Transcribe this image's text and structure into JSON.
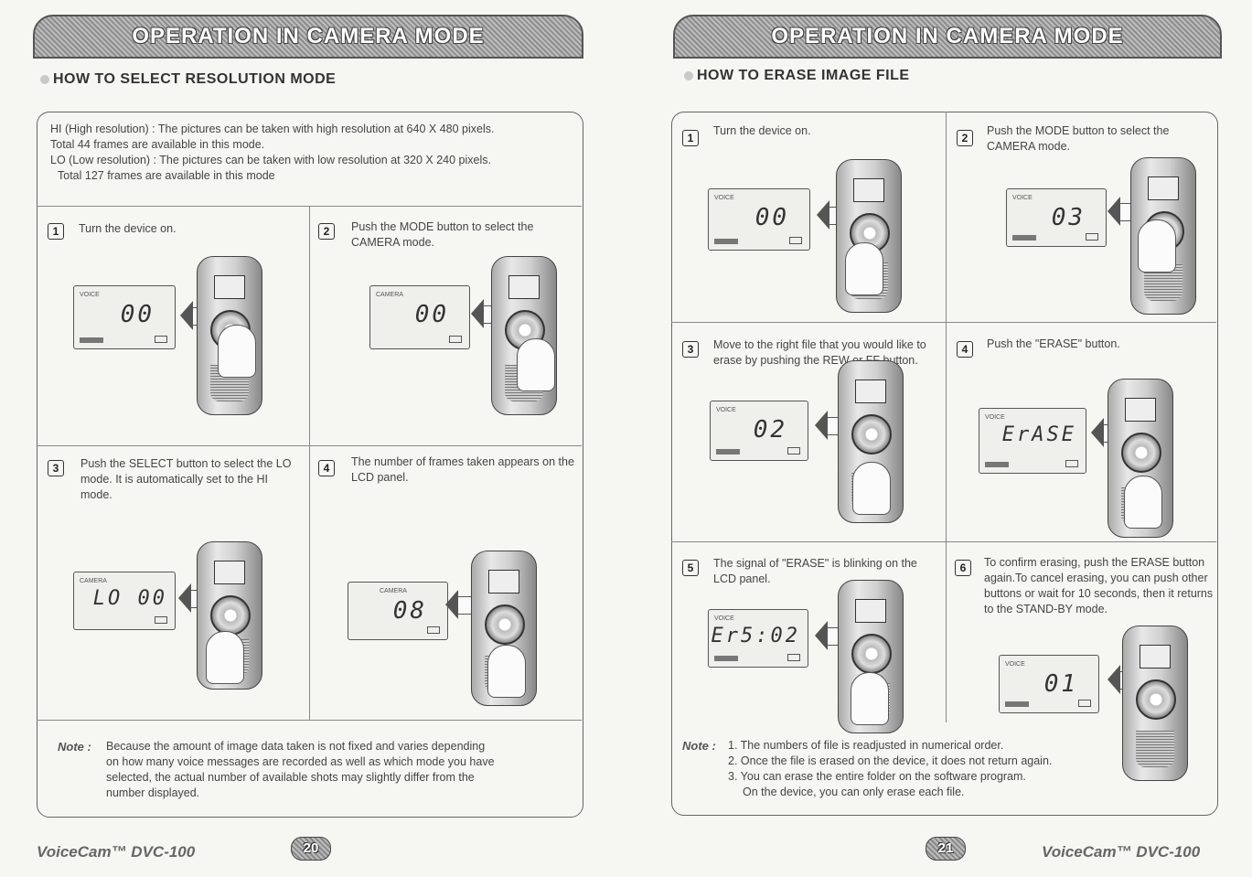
{
  "left": {
    "banner": "OPERATION IN CAMERA MODE",
    "section_title": "HOW TO SELECT RESOLUTION MODE",
    "intro": [
      "HI (High resolution) : The pictures can be taken with high resolution at 640 X 480 pixels.",
      "Total 44 frames are available in this mode.",
      "LO (Low resolution) : The pictures can be taken with low resolution at 320 X 240 pixels.",
      "Total 127 frames are available in this mode"
    ],
    "steps": [
      {
        "num": "1",
        "text": "Turn the device on.",
        "lcd_tag": "VOICE",
        "digits": "00"
      },
      {
        "num": "2",
        "text": "Push the MODE button to select the CAMERA mode.",
        "lcd_tag": "CAMERA",
        "digits": "00"
      },
      {
        "num": "3",
        "text": "Push the SELECT button to select the LO mode. It is automatically set to the HI mode.",
        "lcd_tag": "CAMERA",
        "digits": "LO 00"
      },
      {
        "num": "4",
        "text": "The number of frames taken appears on the LCD panel.",
        "lcd_tag": "CAMERA",
        "digits": "08"
      }
    ],
    "note_label": "Note :",
    "note_lines": [
      "Because the amount of image data taken is not fixed and varies depending",
      "on how many voice messages are recorded as well as which mode you have",
      "selected, the actual number of available shots may slightly differ from the",
      "number displayed."
    ],
    "brand": "VoiceCam™ DVC-100",
    "page_number": "20"
  },
  "right": {
    "banner": "OPERATION IN CAMERA MODE",
    "section_title": "HOW TO ERASE IMAGE FILE",
    "steps": [
      {
        "num": "1",
        "text": "Turn the device on.",
        "lcd_tag": "VOICE",
        "digits": "00"
      },
      {
        "num": "2",
        "text": "Push the MODE button to select the CAMERA mode.",
        "lcd_tag": "VOICE",
        "digits": "03"
      },
      {
        "num": "3",
        "text": "Move to the right file that you would like to erase by pushing the REW or FF button.",
        "lcd_tag": "VOICE",
        "digits": "02"
      },
      {
        "num": "4",
        "text": "Push the \"ERASE\" button.",
        "lcd_tag": "VOICE",
        "digits": "ErASE"
      },
      {
        "num": "5",
        "text": "The signal of \"ERASE\" is blinking on the LCD panel.",
        "lcd_tag": "VOICE",
        "digits": "Er5:02"
      },
      {
        "num": "6",
        "text": "To confirm erasing, push the ERASE button again.To cancel erasing, you can push other buttons or wait for 10 seconds, then it returns to the STAND-BY mode.",
        "lcd_tag": "VOICE",
        "digits": "01"
      }
    ],
    "note_label": "Note :",
    "note_lines": [
      "1. The numbers of file is readjusted in numerical order.",
      "2. Once the file is erased on the device, it does not return again.",
      "3. You can erase the entire folder on the software program.",
      "On the device, you can only erase each file."
    ],
    "brand": "VoiceCam™ DVC-100",
    "page_number": "21"
  }
}
